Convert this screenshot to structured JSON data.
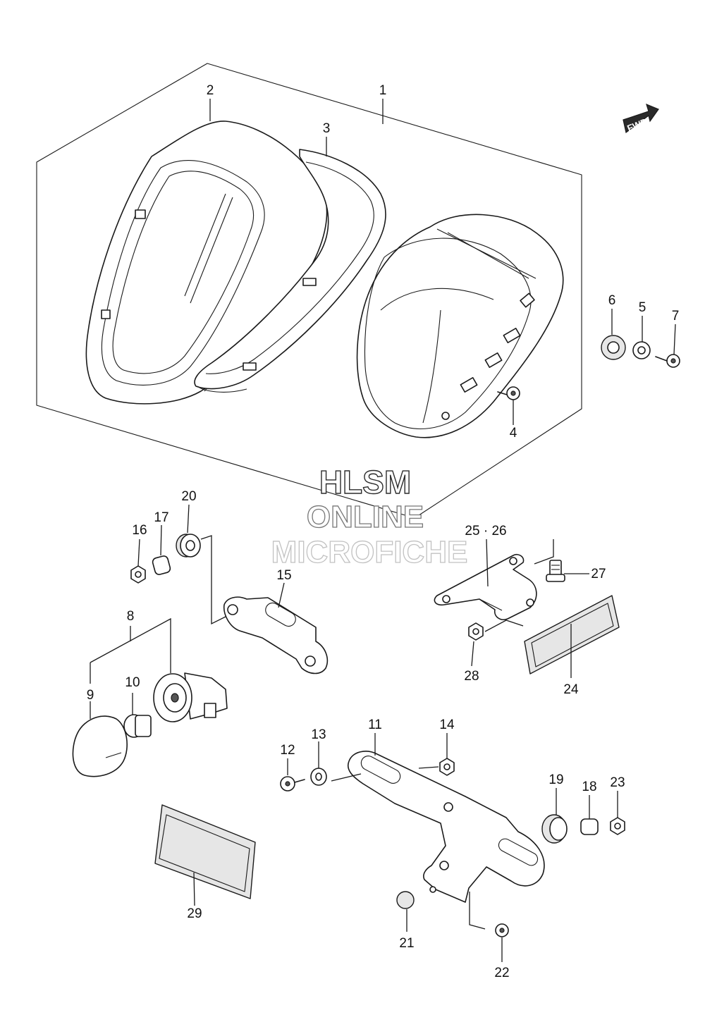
{
  "callouts": [
    "1",
    "2",
    "3",
    "4",
    "5",
    "6",
    "7",
    "8",
    "9",
    "10",
    "11",
    "12",
    "13",
    "14",
    "15",
    "16",
    "17",
    "18",
    "19",
    "20",
    "21",
    "22",
    "23",
    "24",
    "25 · 26",
    "27",
    "28",
    "29"
  ],
  "fwd_label": "FWD",
  "watermark": [
    "HLSM",
    "ONLINE",
    "MICROFICHE"
  ]
}
